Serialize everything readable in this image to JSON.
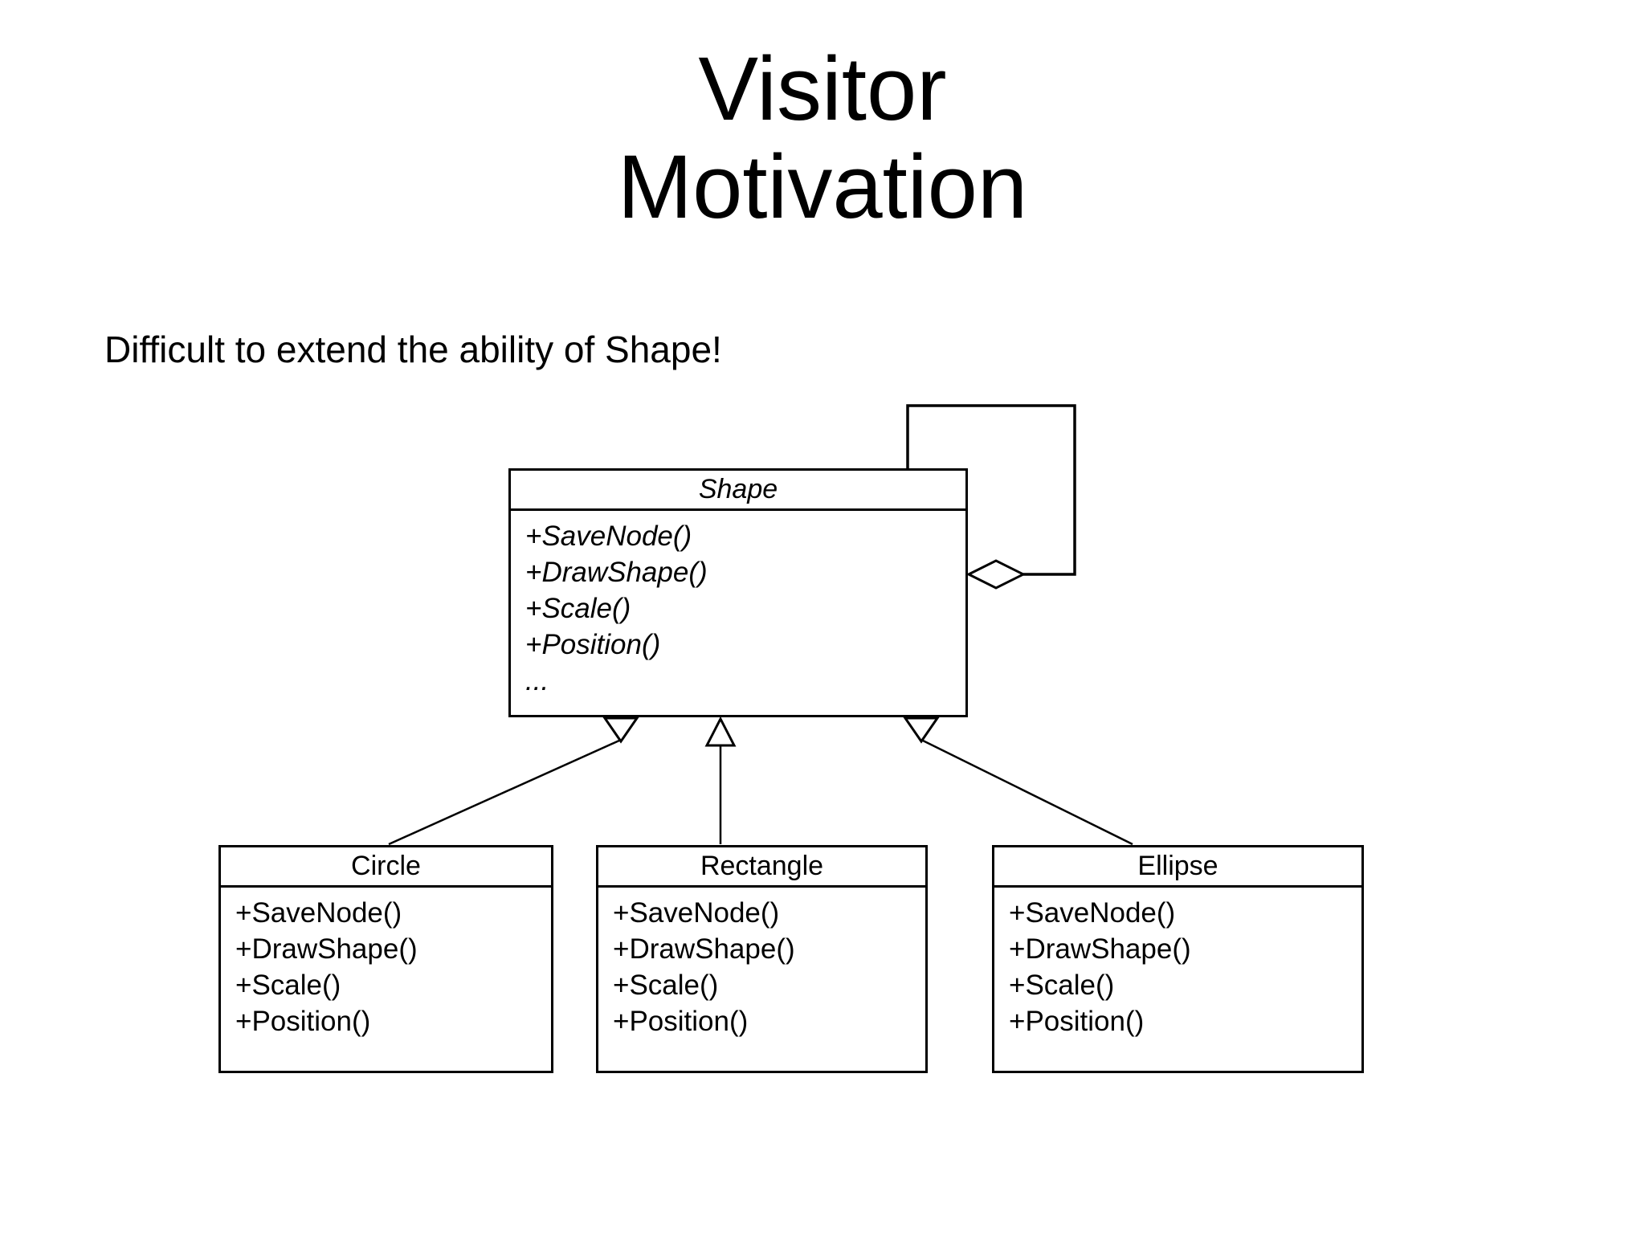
{
  "slide": {
    "title": {
      "line1": "Visitor",
      "line2": "Motivation"
    },
    "subtitle": "Difficult to extend the ability of Shape!"
  },
  "diagram": {
    "shape_class": {
      "name": "Shape",
      "methods": [
        "+SaveNode()",
        "+DrawShape()",
        "+Scale()",
        "+Position()",
        "..."
      ]
    },
    "subclasses": [
      {
        "name": "Circle",
        "methods": [
          "+SaveNode()",
          "+DrawShape()",
          "+Scale()",
          "+Position()"
        ]
      },
      {
        "name": "Rectangle",
        "methods": [
          "+SaveNode()",
          "+DrawShape()",
          "+Scale()",
          "+Position()"
        ]
      },
      {
        "name": "Ellipse",
        "methods": [
          "+SaveNode()",
          "+DrawShape()",
          "+Scale()",
          "+Position()"
        ]
      }
    ],
    "relationships": [
      {
        "type": "aggregation",
        "from": "Shape",
        "to": "Shape"
      },
      {
        "type": "generalization",
        "from": "Circle",
        "to": "Shape"
      },
      {
        "type": "generalization",
        "from": "Rectangle",
        "to": "Shape"
      },
      {
        "type": "generalization",
        "from": "Ellipse",
        "to": "Shape"
      }
    ]
  },
  "colors": {
    "background": "#ffffff",
    "line": "#000000",
    "text": "#000000"
  }
}
